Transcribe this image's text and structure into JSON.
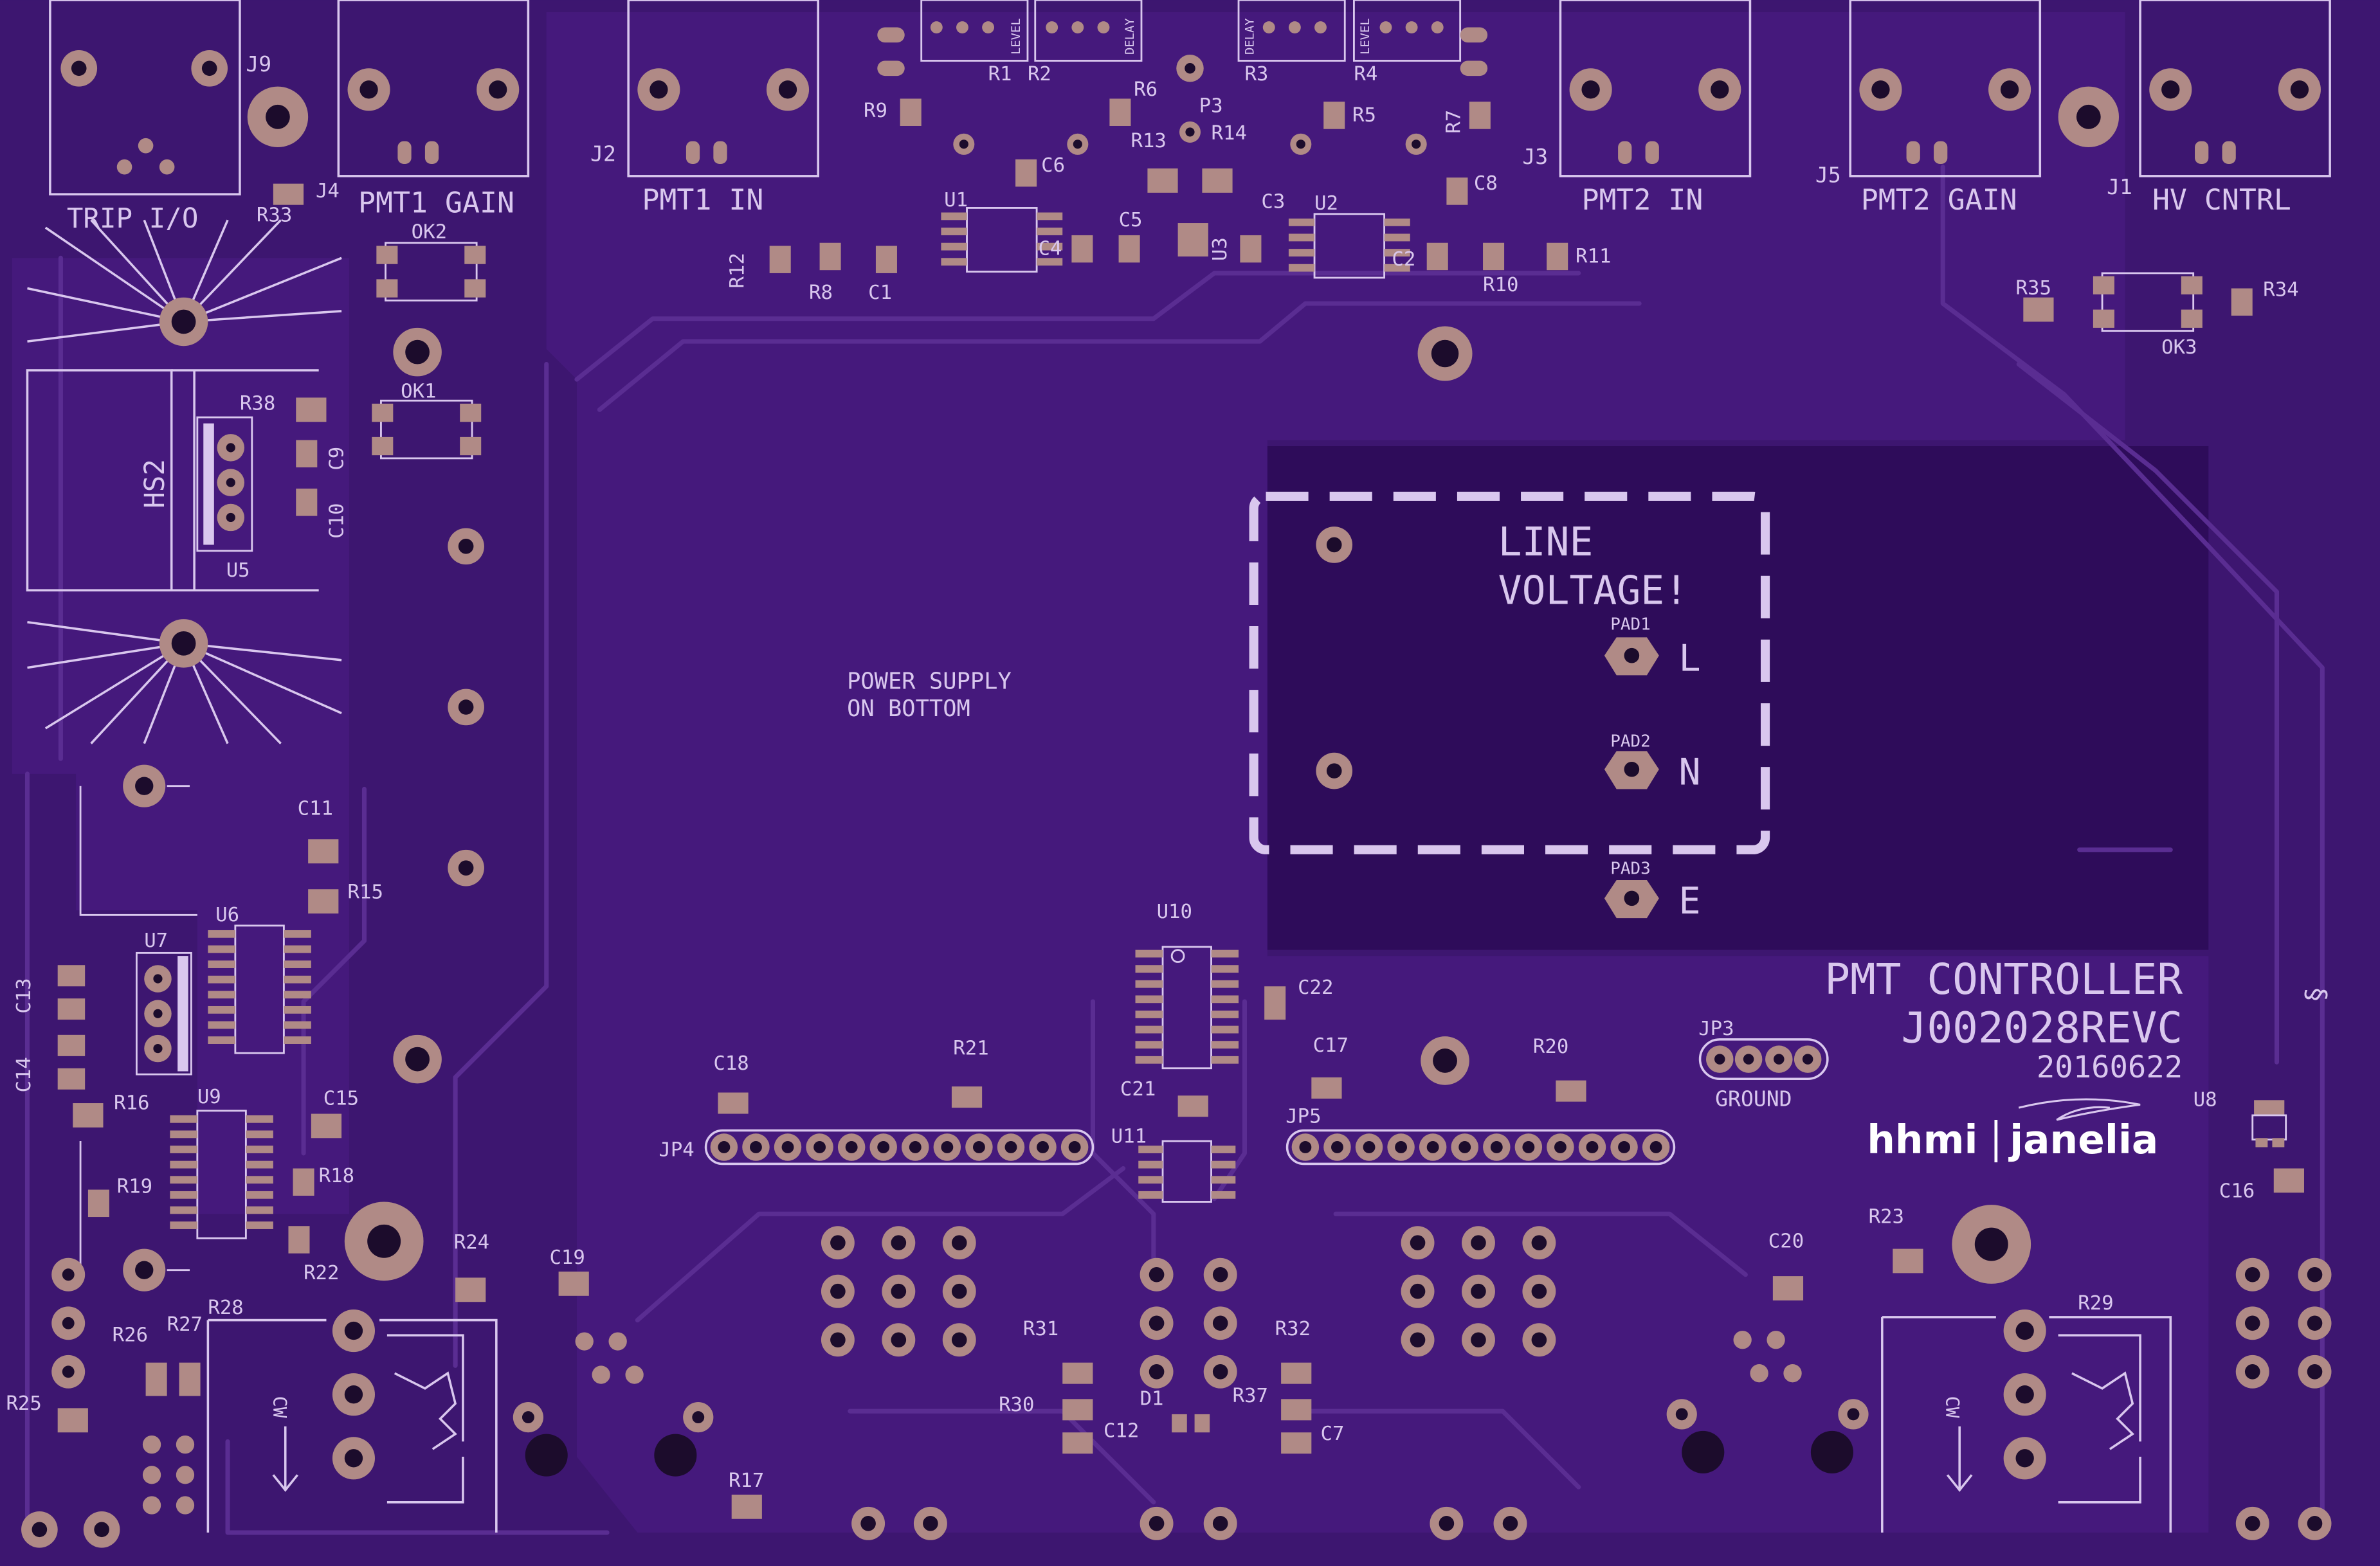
{
  "board": {
    "title": "PMT CONTROLLER",
    "part_number": "J002028REVC",
    "date": "20160622",
    "power_note_line1": "POWER SUPPLY",
    "power_note_line2": "ON BOTTOM",
    "warning_line1": "LINE",
    "warning_line2": "VOLTAGE!",
    "logo_left": "hhmi",
    "logo_right": "janelia",
    "colors": {
      "board": "#3d1670",
      "pour": "#45197c",
      "pour_dark": "#2e0c5a",
      "silk": "#d9c7ee",
      "pad": "#b08a86"
    }
  },
  "connectors": {
    "j9": {
      "ref": "J9",
      "label": "TRIP I/O"
    },
    "j4": {
      "ref": "J4",
      "label": "PMT1 GAIN"
    },
    "j2": {
      "ref": "J2",
      "label": "PMT1 IN"
    },
    "j3": {
      "ref": "J3",
      "label": "PMT2 IN"
    },
    "j5": {
      "ref": "J5",
      "label": "PMT2 GAIN"
    },
    "j1": {
      "ref": "J1",
      "label": "HV CNTRL"
    }
  },
  "pads": {
    "pad1": {
      "ref": "PAD1",
      "label": "L"
    },
    "pad2": {
      "ref": "PAD2",
      "label": "N"
    },
    "pad3": {
      "ref": "PAD3",
      "label": "E"
    }
  },
  "headers": {
    "jp3": {
      "ref": "JP3",
      "label": "GROUND"
    },
    "jp4": {
      "ref": "JP4"
    },
    "jp5": {
      "ref": "JP5"
    },
    "p3": {
      "ref": "P3"
    }
  },
  "pots": {
    "r1_level": "LEVEL",
    "r2_delay": "DELAY",
    "r3_delay": "DELAY",
    "r4_level": "LEVEL",
    "cw": "CW"
  },
  "designators": {
    "r1": "R1",
    "r2": "R2",
    "r3": "R3",
    "r4": "R4",
    "r5": "R5",
    "r6": "R6",
    "r7": "R7",
    "r8": "R8",
    "r9": "R9",
    "r10": "R10",
    "r11": "R11",
    "r12": "R12",
    "r13": "R13",
    "r14": "R14",
    "r15": "R15",
    "r16": "R16",
    "r17": "R17",
    "r18": "R18",
    "r19": "R19",
    "r20": "R20",
    "r21": "R21",
    "r22": "R22",
    "r23": "R23",
    "r24": "R24",
    "r25": "R25",
    "r26": "R26",
    "r27": "R27",
    "r28": "R28",
    "r29": "R29",
    "r30": "R30",
    "r31": "R31",
    "r32": "R32",
    "r33": "R33",
    "r34": "R34",
    "r35": "R35",
    "r37": "R37",
    "r38": "R38",
    "c1": "C1",
    "c2": "C2",
    "c3": "C3",
    "c4": "C4",
    "c5": "C5",
    "c6": "C6",
    "c7": "C7",
    "c8": "C8",
    "c9": "C9",
    "c10": "C10",
    "c11": "C11",
    "c12": "C12",
    "c13": "C13",
    "c14": "C14",
    "c15": "C15",
    "c16": "C16",
    "c17": "C17",
    "c18": "C18",
    "c19": "C19",
    "c20": "C20",
    "c21": "C21",
    "c22": "C22",
    "u1": "U1",
    "u2": "U2",
    "u3": "U3",
    "u5": "U5",
    "u6": "U6",
    "u7": "U7",
    "u8": "U8",
    "u9": "U9",
    "u10": "U10",
    "u11": "U11",
    "ok1": "OK1",
    "ok2": "OK2",
    "ok3": "OK3",
    "hs2": "HS2",
    "d1": "D1"
  }
}
